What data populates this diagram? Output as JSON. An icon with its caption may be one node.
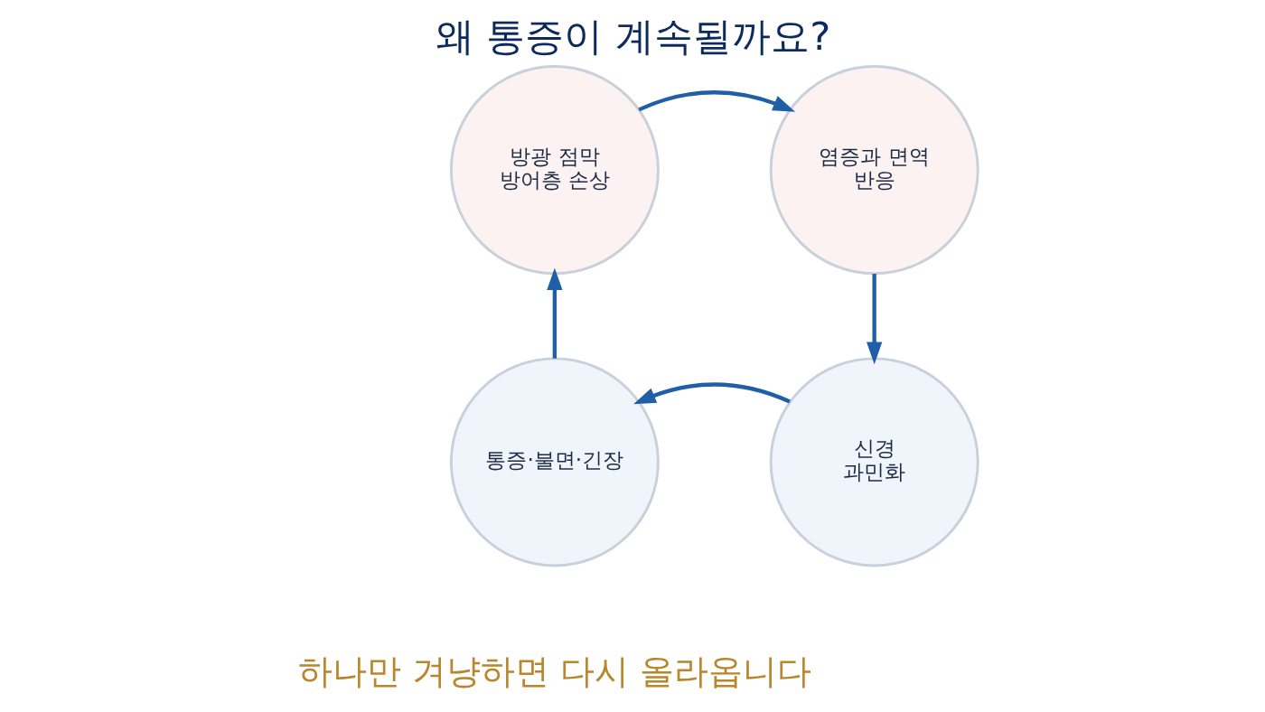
{
  "diagram": {
    "title": "왜 통증이 계속될까요?",
    "caption": "하나만 겨냥하면 다시 올라옵니다",
    "nodes": [
      {
        "text": [
          "방광 점막 방어층 손상"
        ]
      },
      {
        "text": [
          "염증과 면역 반응"
        ]
      },
      {
        "text": [
          "신경 과민화"
        ]
      },
      {
        "text": [
          "통증·불면·긴장"
        ]
      }
    ],
    "edges": [
      {
        "from": 0,
        "to": 1,
        "arrow": "to"
      },
      {
        "from": 1,
        "to": 2,
        "arrow": "to"
      },
      {
        "from": 2,
        "to": 3,
        "arrow": "to"
      },
      {
        "from": 3,
        "to": 0,
        "arrow": "to"
      }
    ]
  }
}
